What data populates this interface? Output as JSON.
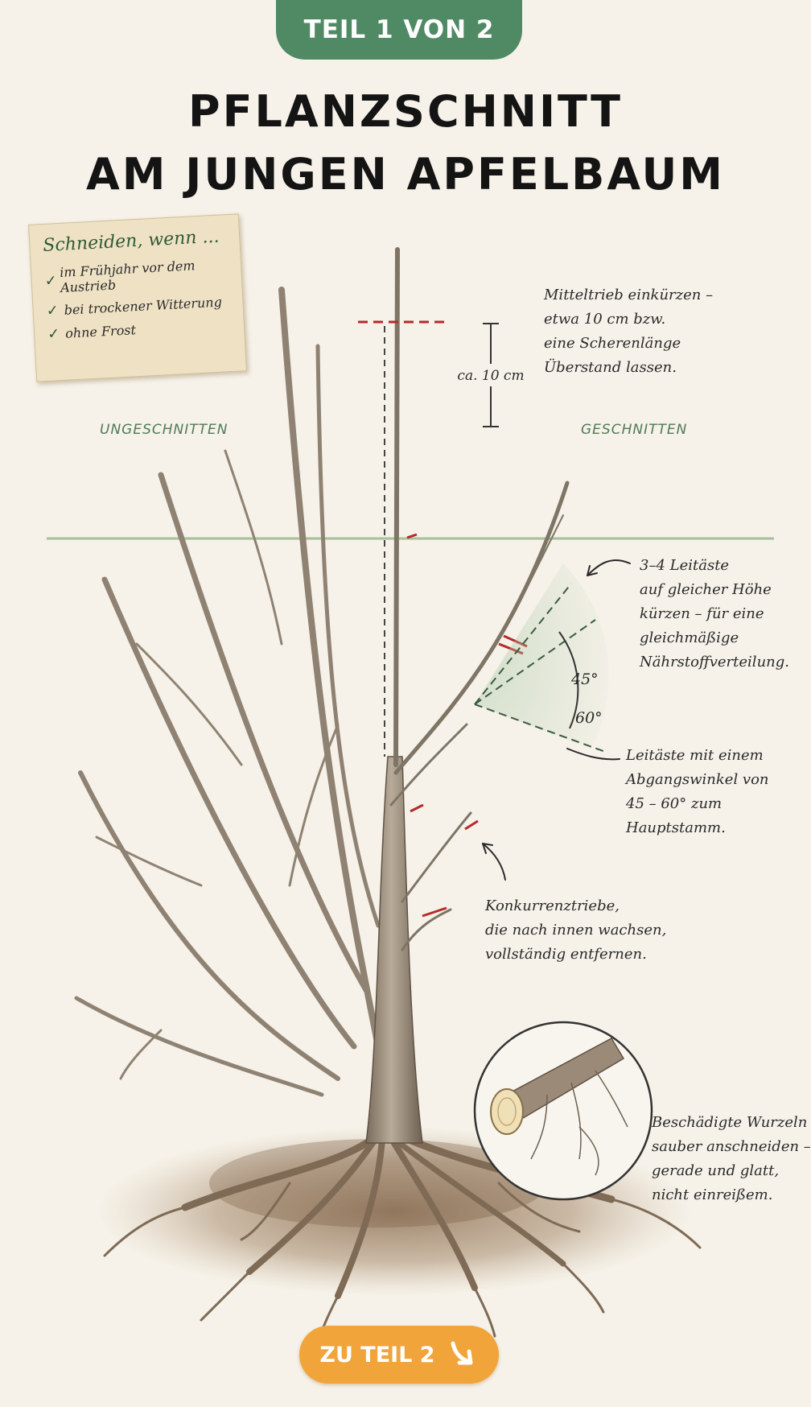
{
  "badge": {
    "label": "TEIL 1 VON 2"
  },
  "title": {
    "line1": "PFLANZSCHNITT",
    "line2": "AM JUNGEN APFELBAUM"
  },
  "note": {
    "heading": "Schneiden, wenn ...",
    "items": [
      "im Frühjahr vor dem Austrieb",
      "bei trockener Witterung",
      "ohne Frost"
    ]
  },
  "labels": {
    "left": "UNGESCHNITTEN",
    "right": "GESCHNITTEN"
  },
  "measure": {
    "label": "ca. 10 cm"
  },
  "angles": {
    "a1": "45°",
    "a2": "60°"
  },
  "annotations": {
    "leader": [
      "Mitteltrieb einkürzen –",
      "etwa 10 cm bzw.",
      "eine Scherenlänge",
      "Überstand lassen."
    ],
    "main_branches": [
      "3–4 Leitäste",
      "auf gleicher Höhe",
      "kürzen – für eine",
      "gleichmäßige",
      "Nährstoffverteilung."
    ],
    "angle": [
      "Leitäste mit einem",
      "Abgangswinkel von",
      "45 – 60° zum",
      "Hauptstamm."
    ],
    "competing": [
      "Konkurrenztriebe,",
      "die nach innen wachsen,",
      "vollständig entfernen."
    ],
    "roots": [
      "Beschädigte Wurzeln",
      "sauber anschneiden –",
      "gerade und glatt,",
      "nicht einreißem."
    ]
  },
  "next_button": {
    "label": "ZU TEIL 2",
    "icon": "arrow-down-right-icon"
  },
  "colors": {
    "green": "#4f8a65",
    "orange": "#f0a43a",
    "cut_mark": "#b52a2a",
    "bark": "#8a7a68"
  }
}
